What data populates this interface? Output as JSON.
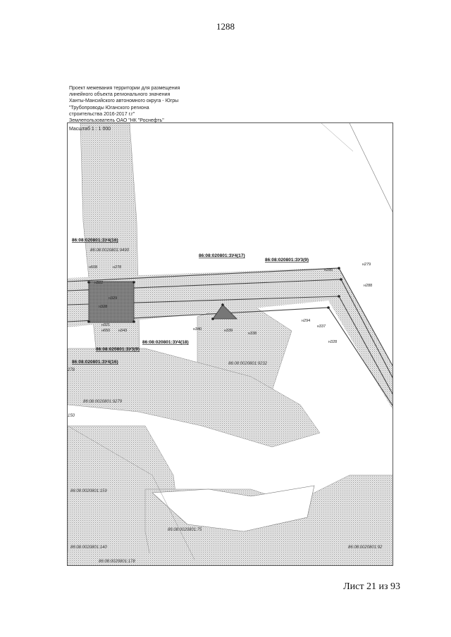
{
  "page_number": "1288",
  "title_lines": [
    "Проект межевания территории для размещения",
    "линейного объекта регионального значения",
    "Ханты-Мансийского автономного округа - Югры",
    "\"Трубопроводы Юганского региона",
    "строительства 2016-2017 г.г\"",
    "Землепользователь  ОАО \"НК \"Роснефть\""
  ],
  "scale": "Масштаб 1 : 1 000",
  "footer": "Лист 21 из 93",
  "parcel_labels": {
    "zu4_16_top": "86:08:020801:ЗУ4(16)",
    "zu4_17": "86:08:020801:ЗУ4(17)",
    "zu3_9_top": "86:08:020801:ЗУ3(9)",
    "zu4_18": "86:08:020801:ЗУ4(18)",
    "zu3_9_bottom": "86:08:020801:ЗУ3(9)",
    "zu4_16_bottom": "86:08:020801:ЗУ4(16)"
  },
  "cadastral_labels": {
    "c9490": "86:08:0020801:9490",
    "c9232": "86:08:0020801:9232",
    "c9279": "86:08:0020801:9279",
    "c159": "86:08:0020801:159",
    "c75": "86:08:0020801:75",
    "c140": "86:08:0020801:140",
    "c178": "86:08:0020801:178",
    "c92": "86:08:0020801:92",
    "e150": "150",
    "e278": "278"
  },
  "point_labels": {
    "n279": "н279",
    "n285": "н285",
    "n288": "н288",
    "n294": "н294",
    "n337": "н337",
    "n328": "н328",
    "n340": "н340",
    "n339": "н339",
    "n338": "н338",
    "n278": "н278",
    "n608": "н608",
    "n343": "н343",
    "n650": "н650",
    "n321": "н321",
    "n322": "н322",
    "n328b": "н328",
    "n329": "н329"
  }
}
